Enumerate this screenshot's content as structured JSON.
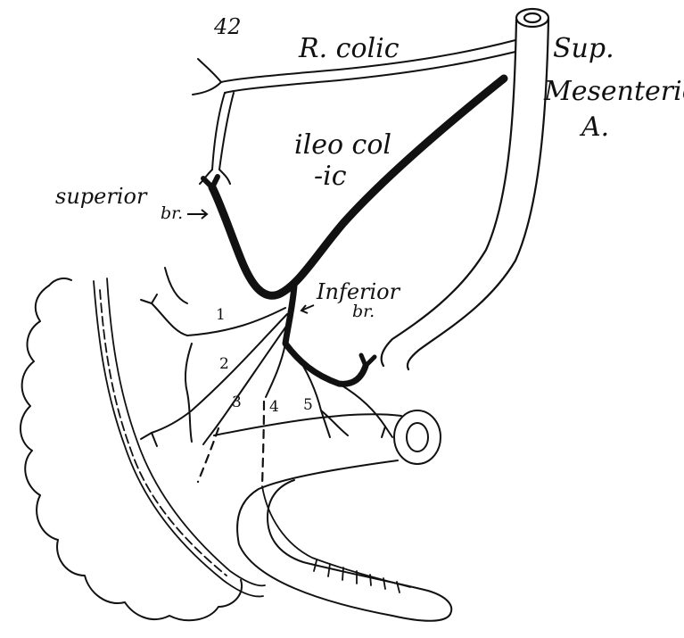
{
  "figure": {
    "number": "42",
    "line_color": "#111111",
    "background": "#ffffff"
  },
  "labels": {
    "r_colic": "R. colic",
    "sup": "Sup.",
    "mesenteric": "Mesenteric",
    "a": "A.",
    "ileocol": "ileo col",
    "ic": "-ic",
    "superior": "superior",
    "superior_br": "br.",
    "inferior": "Inferior",
    "inferior_br": "br."
  },
  "branch_numbers": [
    "1",
    "2",
    "3",
    "4",
    "5"
  ]
}
